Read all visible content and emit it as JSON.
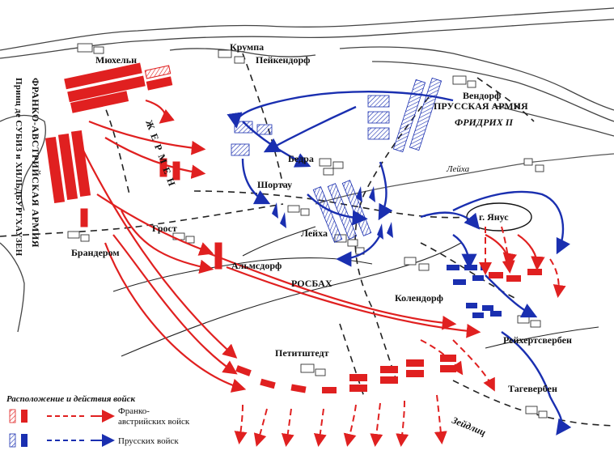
{
  "map": {
    "places": {
      "myukheln": "Мюхельн",
      "krumpa": "Крумпа",
      "peikendorf": "Пейкендорф",
      "vendorf": "Вендорф",
      "prussian_army": "ПРУССКАЯ АРМИЯ",
      "friedrich": "ФРИДРИХ II",
      "bedra": "Бедра",
      "leikha_river": "Лейха",
      "shortau": "Шортау",
      "leikha_village": "Лейха",
      "rosbakh": "РОСБАХ",
      "grost": "Грост",
      "almsdorf": "Альмсдорф",
      "branderom": "Брандером",
      "kolendorf": "Колендорф",
      "janus_hill": "г. Янус",
      "reikhertsverben": "Рейхертсвербен",
      "petitshtedt": "Петитштедт",
      "tageverben": "Тагевербен",
      "zeidlits": "Зейдлиц",
      "german_label": "ЖЕРМЕН",
      "franco_army": "ФРАНКО-АВСТРИЙСКАЯ АРМИЯ",
      "princes": "Принц де СУБИЗ и ХИЛЬДБУРГХАУЗЕН"
    },
    "legend": {
      "title": "Расположение и действия войск",
      "franco_line1": "Франко-",
      "franco_line2": "австрийских войск",
      "prussian": "Прусских войск"
    },
    "colors": {
      "franco": "#e02020",
      "prussian": "#1a2fb0",
      "terrain": "#444444",
      "road": "#222222"
    }
  }
}
